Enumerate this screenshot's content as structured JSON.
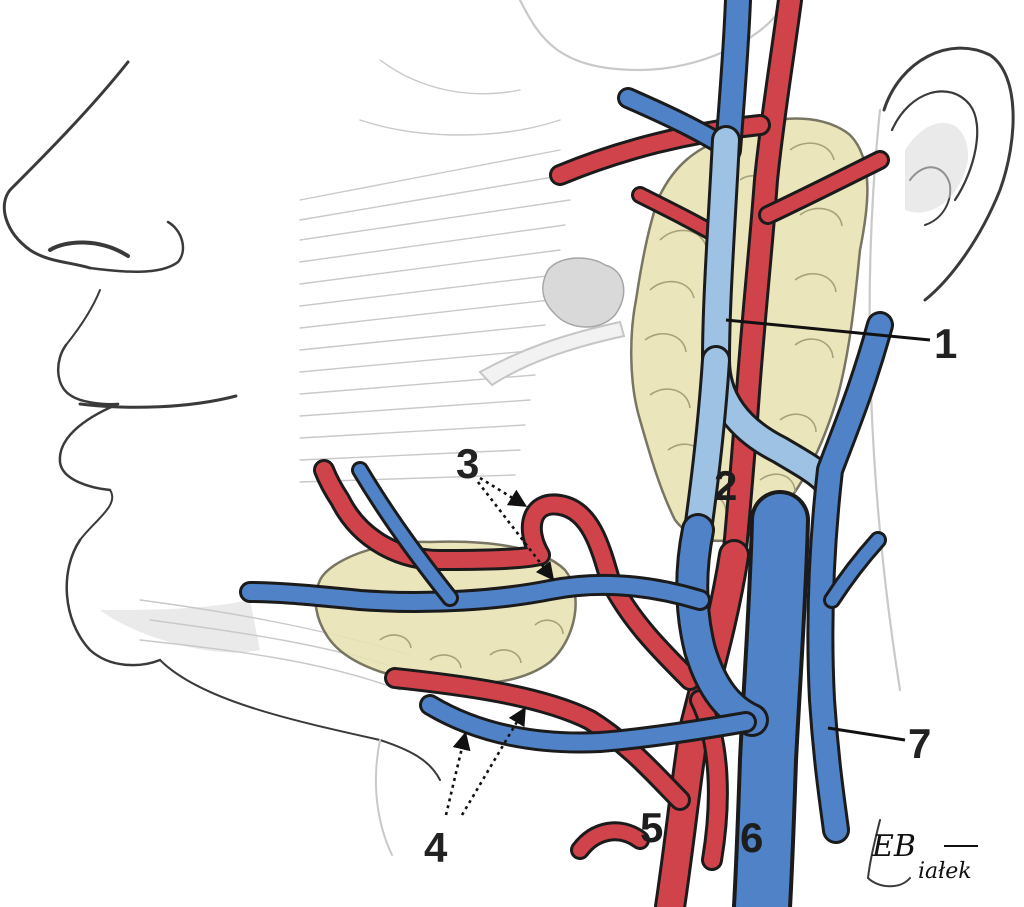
{
  "labels": {
    "l1": "1",
    "l2": "2",
    "l3": "3",
    "l4": "4",
    "l5": "5",
    "l6": "6",
    "l7": "7"
  },
  "signature": {
    "initials": "EB",
    "text": "iałek"
  },
  "colors": {
    "artery": "#d0434b",
    "vein": "#4f82c7",
    "vein_light": "#9ec2e3",
    "gland": "#e9e3b6",
    "outline": "#1b1b1b"
  }
}
